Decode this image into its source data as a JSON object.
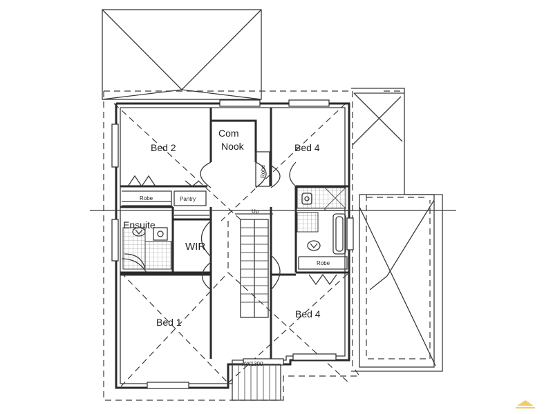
{
  "rooms": {
    "bed2": "Bed 2",
    "com_nook_line1": "Com",
    "com_nook_line2": "Nook",
    "bed4_top": "Bed 4",
    "bed1": "Bed 1",
    "bed4_bottom": "Bed 4",
    "ensuite": "Ensuite",
    "wir": "WIR",
    "pantry": "Pantry",
    "robe_top_left": "Robe",
    "robe_vertical": "Robe",
    "robe_right": "Robe"
  },
  "annotations": {
    "stair_up": "Up",
    "window_code": "AW1300"
  },
  "colors": {
    "line": "#2a2a2a",
    "background": "#ffffff",
    "watermark": "#f1c24e"
  },
  "icons": [
    "toilet-icon",
    "roof-hip-lines",
    "watermark-logo-icon"
  ]
}
